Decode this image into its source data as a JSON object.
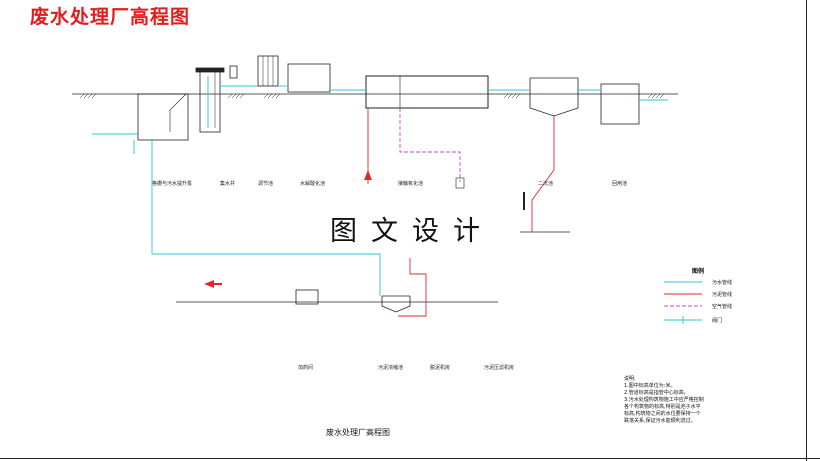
{
  "title": "废水处理厂高程图",
  "watermark": "图文设计",
  "caption": "废水处理厂高程图",
  "labels_upper": [
    "格栅与污水提升泵",
    "集水井",
    "调节池",
    "水解酸化池",
    "接触氧化池",
    "二沉池",
    "回用池"
  ],
  "labels_lower": [
    "加药间",
    "污泥浓缩池",
    "脱泥机房",
    "污泥压滤机房"
  ],
  "legend": {
    "title": "图例",
    "items": [
      {
        "label": "污水管线",
        "color": "#29c4d4",
        "style": "solid"
      },
      {
        "label": "污泥管线",
        "color": "#e0282a",
        "style": "solid"
      },
      {
        "label": "空气管线",
        "color": "#d43fd4",
        "style": "dashed"
      },
      {
        "label": "阀门",
        "color": "#29c4d4",
        "style": "valve"
      }
    ]
  },
  "notes": [
    "说明:",
    "1.图中标高单位为:米。",
    "2.管道标高是指管中心标高。",
    "3.污水处理构筑物施工中应严格控制",
    "各个构筑物的标高,特别是池子水平",
    "标高,构筑物之间的水位要保持一个",
    "跌落关系,保证污水能顺利流过。"
  ],
  "colors": {
    "water": "#29c4d4",
    "sludge": "#e0282a",
    "air": "#d43fd4",
    "title": "#e11d1d"
  }
}
